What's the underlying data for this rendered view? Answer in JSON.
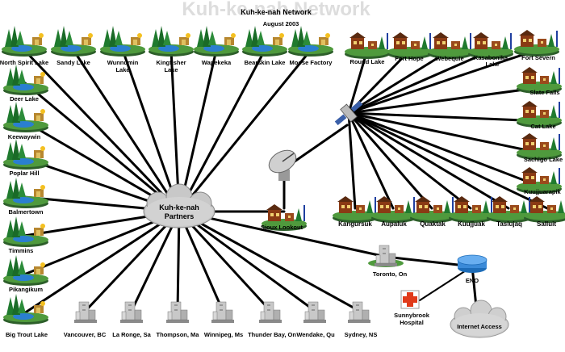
{
  "title": {
    "watermark": "Kuh-ke-nah Network",
    "main": "Kuh-ke-nah Network",
    "date": "August 2003"
  },
  "hub": {
    "line1": "Kuh-ke-nah",
    "line2": "Partners"
  },
  "cloud_internet": "Internet Access",
  "eno": "ENO",
  "sunnybrook": {
    "line1": "Sunnybrook",
    "line2": "Hospital"
  },
  "toronto": "Toronto, On",
  "sioux": "Sioux Lookout",
  "top_left_sites": [
    {
      "line1": "North Spirit Lake",
      "line2": ""
    },
    {
      "line1": "Sandy Lake",
      "line2": ""
    },
    {
      "line1": "Wunnumin",
      "line2": "Lake"
    },
    {
      "line1": "Kingfisher",
      "line2": "Lake"
    },
    {
      "line1": "Wapekeka",
      "line2": ""
    },
    {
      "line1": "Bearskin Lake",
      "line2": ""
    },
    {
      "line1": "Moose Factory",
      "line2": ""
    }
  ],
  "left_sites": [
    "Deer Lake",
    "Keewaywin",
    "Poplar Hill",
    "Balmertown",
    "Timmins",
    "Pikangikum",
    "Big Trout Lake"
  ],
  "bottom_sites": [
    "Vancouver, BC",
    "La Ronge, Sa",
    "Thompson, Ma",
    "Winnipeg, Ms",
    "Thunder Bay, On",
    "Wendake, Qu",
    "Sydney, NS"
  ],
  "top_right_sites": [
    {
      "line1": "Round Lake",
      "line2": ""
    },
    {
      "line1": "Fort Hope",
      "line2": ""
    },
    {
      "line1": "Webequie",
      "line2": ""
    },
    {
      "line1": "Kasabonika",
      "line2": "Lake"
    },
    {
      "line1": "Fort Severn",
      "line2": ""
    }
  ],
  "right_sites": [
    "Slate Falls",
    "Cat Lake",
    "Sachigo Lake",
    "Kuujjuarapik"
  ],
  "quebec_sites": [
    "Kangursuk",
    "Aupaluk",
    "Quaktak",
    "Kuujjuak",
    "Tasiujaq",
    "Salluit"
  ]
}
